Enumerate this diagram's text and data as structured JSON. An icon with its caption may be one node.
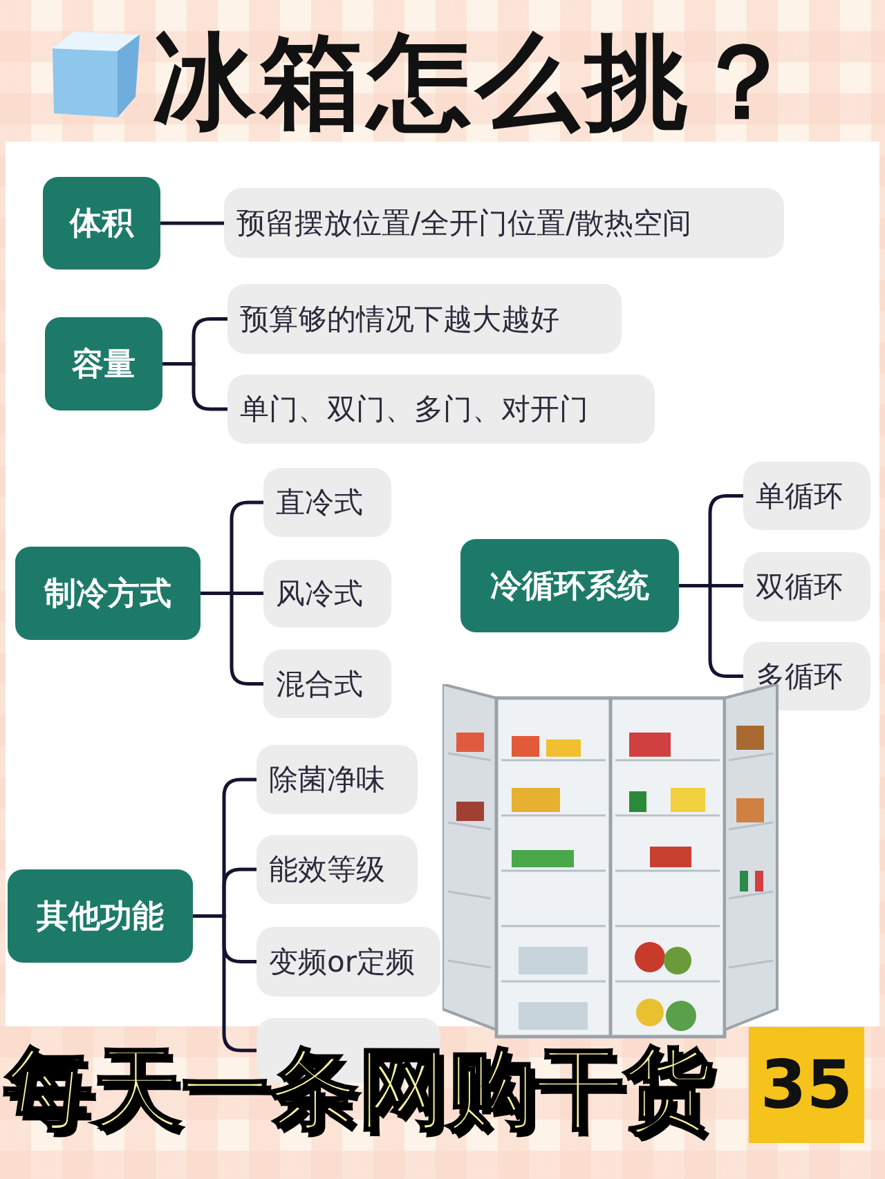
{
  "diagram": {
    "title": "冰箱怎么挑？",
    "nodes": [
      {
        "text": [
          "体积"
        ]
      },
      {
        "text": [
          "预留摆放位置/全开门位置/散热空间"
        ]
      },
      {
        "text": [
          "容量"
        ]
      },
      {
        "text": [
          "预算够的情况下越大越好"
        ]
      },
      {
        "text": [
          "单门、双门、多门、对开门"
        ]
      },
      {
        "text": [
          "制冷方式"
        ]
      },
      {
        "text": [
          "直冷式"
        ]
      },
      {
        "text": [
          "风冷式"
        ]
      },
      {
        "text": [
          "混合式"
        ]
      },
      {
        "text": [
          "冷循环系统"
        ]
      },
      {
        "text": [
          "单循环"
        ]
      },
      {
        "text": [
          "双循环"
        ]
      },
      {
        "text": [
          "多循环"
        ]
      },
      {
        "text": [
          "其他功能"
        ]
      },
      {
        "text": [
          "除菌净味"
        ]
      },
      {
        "text": [
          "能效等级"
        ]
      },
      {
        "text": [
          "变频or定频"
        ]
      },
      {
        "text": [],
        "shape": "box"
      }
    ],
    "edges": [
      {
        "from": 0,
        "to": 1,
        "arrow": "none"
      },
      {
        "from": 2,
        "to": 3,
        "arrow": "none"
      },
      {
        "from": 2,
        "to": 4,
        "arrow": "none"
      },
      {
        "from": 5,
        "to": 6,
        "arrow": "none"
      },
      {
        "from": 5,
        "to": 7,
        "arrow": "none"
      },
      {
        "from": 5,
        "to": 8,
        "arrow": "none"
      },
      {
        "from": 9,
        "to": 10,
        "arrow": "none"
      },
      {
        "from": 9,
        "to": 11,
        "arrow": "none"
      },
      {
        "from": 9,
        "to": 12,
        "arrow": "none"
      },
      {
        "from": 13,
        "to": 14,
        "arrow": "none"
      },
      {
        "from": 13,
        "to": 15,
        "arrow": "none"
      },
      {
        "from": 13,
        "to": 16,
        "arrow": "none"
      },
      {
        "from": 13,
        "to": 17,
        "arrow": "none"
      }
    ],
    "labels": [
      "每天一条网购干货",
      "35"
    ]
  }
}
